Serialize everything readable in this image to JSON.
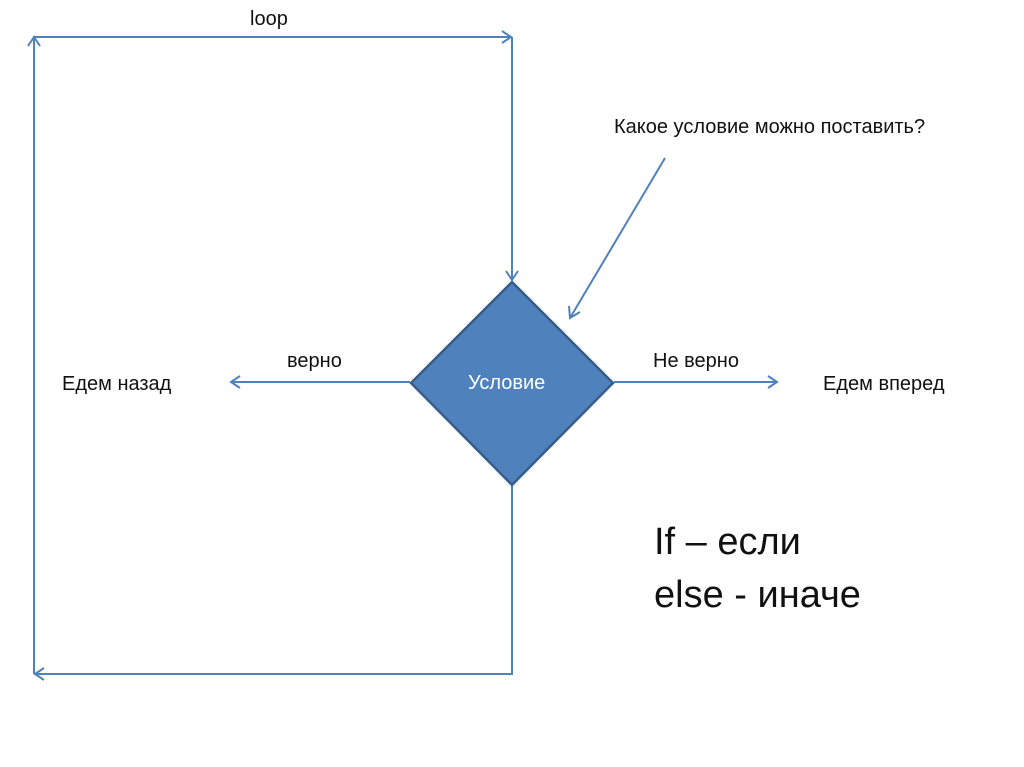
{
  "diagram": {
    "loop_label": "loop",
    "question": "Какое условие можно поставить?",
    "condition": "Условие",
    "true_label": "верно",
    "false_label": "Не верно",
    "true_action": "Едем назад",
    "false_action": "Едем вперед",
    "legend_if": "If – если",
    "legend_else": "else - иначе"
  },
  "colors": {
    "line": "#4f81bd",
    "diamond_fill": "#4f81bd",
    "diamond_stroke": "#385d8a"
  }
}
